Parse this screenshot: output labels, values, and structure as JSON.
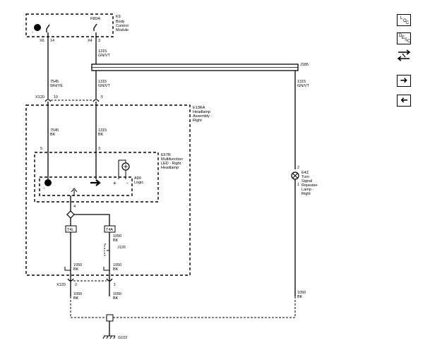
{
  "modules": {
    "k9": {
      "ref": "K9",
      "name_lines": [
        "Body",
        "Control",
        "Module"
      ],
      "fuse": "F8DA",
      "pin_left_connector": "X6",
      "pin_left": "14",
      "pin_right_connector": "X4",
      "pin_right": "3"
    },
    "e13ra": {
      "ref": "E13RA",
      "name_lines": [
        "Headlamp",
        "Assembly -",
        "Right"
      ]
    },
    "e67r": {
      "ref": "E67R",
      "name_lines": [
        "Multifunction",
        "LED - Right",
        "Headlamp"
      ]
    },
    "a90": {
      "ref": "A90",
      "name": "Logic"
    },
    "e4z": {
      "ref": "E4Z",
      "name_lines": [
        "Turn",
        "Signal",
        "Repeater",
        "Lamp -",
        "Right"
      ],
      "pin_top": "2",
      "pin_bottom": "1"
    }
  },
  "wires": {
    "w1315_top": {
      "circuit": "1315",
      "color": "GN/VT"
    },
    "w1315_mid": {
      "circuit": "1315",
      "color": "GN/VT"
    },
    "w1315_right": {
      "circuit": "1315",
      "color": "GN/VT"
    },
    "w1315_bk": {
      "circuit": "1315",
      "color": "BK"
    },
    "w7545_top": {
      "circuit": "7545",
      "color": "WH/YE"
    },
    "w7545_bk": {
      "circuit": "7545",
      "color": "BK"
    },
    "w1050_a": {
      "circuit": "1050",
      "color": "BK"
    },
    "w1050_b": {
      "circuit": "1050",
      "color": "BK"
    },
    "w1050_c": {
      "circuit": "1050",
      "color": "BK"
    },
    "w1050_d": {
      "circuit": "1050",
      "color": "BK"
    },
    "w1050_e": {
      "circuit": "1050",
      "color": "BK"
    },
    "w1050_right": {
      "circuit": "1050",
      "color": "BK"
    }
  },
  "connectors": {
    "x120_top": {
      "name": "X120",
      "pin_a": "10",
      "pin_b": "5"
    },
    "x120_bottom": {
      "name": "X120",
      "pin_a": "2",
      "pin_b": "1"
    },
    "e13ra_pins": {
      "pin_a": "5",
      "pin_b": "3"
    },
    "logic_pin": "4",
    "j185": "J185",
    "j126": "J126",
    "t4l": "T4L",
    "t4a": "T4A",
    "g102": "G102"
  },
  "nav": {
    "loc": {
      "l": "L",
      "o": "O",
      "c": "C"
    },
    "desc": {
      "d": "D",
      "e": "E",
      "s": "S",
      "c": "C"
    },
    "prev_icon": "arrow-right-icon",
    "next_icon": "arrow-left-icon",
    "connector_icon": "harness-connector-icon"
  }
}
